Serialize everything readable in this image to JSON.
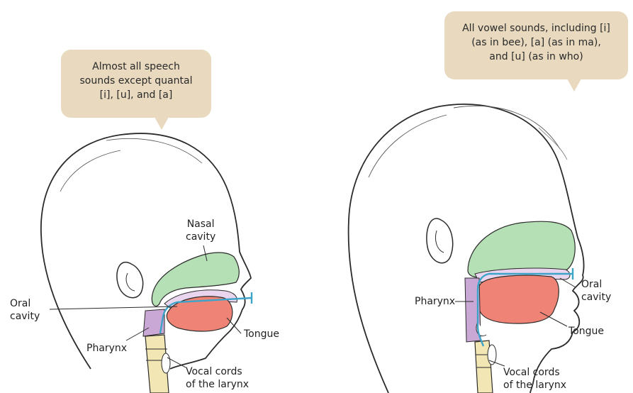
{
  "infant": {
    "bubble_lines": [
      "Almost all speech",
      "sounds except quantal",
      "[i], [u], and [a]"
    ],
    "labels": {
      "nasal_cavity": [
        "Nasal",
        "cavity"
      ],
      "oral_cavity": [
        "Oral",
        "cavity"
      ],
      "pharynx": "Pharynx",
      "tongue": "Tongue",
      "vocal_cords": [
        "Vocal cords",
        "of the larynx"
      ]
    }
  },
  "adult": {
    "bubble_lines": [
      "All vowel sounds, including [i]",
      "(as in bee), [a] (as in ma),",
      "and [u] (as in who)"
    ],
    "labels": {
      "oral_cavity": [
        "Oral",
        "cavity"
      ],
      "pharynx": "Pharynx",
      "tongue": "Tongue",
      "vocal_cords": [
        "Vocal cords",
        "of the larynx"
      ]
    }
  },
  "colors": {
    "bubble": "#e8d9bf",
    "nasal_cavity": "#b5dfb4",
    "tongue": "#ef8476",
    "pharynx": "#c9a8d6",
    "oral_cavity": "#e9d6ee",
    "larynx": "#f3e6b5",
    "airway_line": "#3ea3c8",
    "outline": "#2b2b2b"
  }
}
